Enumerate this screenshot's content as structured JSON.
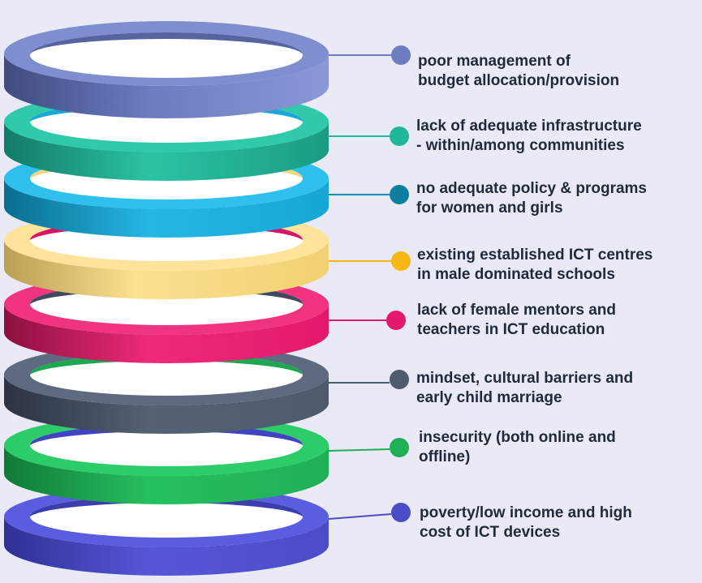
{
  "layers": [
    {
      "line1": "poor management of",
      "line2": "budget allocation/provision",
      "color": "#6b7cc0"
    },
    {
      "line1": "lack of adequate infrastructure",
      "line2": "- within/among communities",
      "color": "#22b79a"
    },
    {
      "line1": "no adequate policy & programs",
      "line2": "for women and girls",
      "color": "#0f8fb3"
    },
    {
      "line1": "existing established ICT centres",
      "line2": "in male dominated schools",
      "color": "#f5b814"
    },
    {
      "line1": "lack of female mentors and",
      "line2": "teachers in ICT education",
      "color": "#e5196b"
    },
    {
      "line1": "mindset, cultural barriers and",
      "line2": "early child marriage",
      "color": "#4e5a6d"
    },
    {
      "line1": "insecurity (both online and",
      "line2": "offline)",
      "color": "#1faf55"
    },
    {
      "line1": "poverty/low income and high",
      "line2": "cost of ICT devices",
      "color": "#4b4dc7"
    }
  ]
}
